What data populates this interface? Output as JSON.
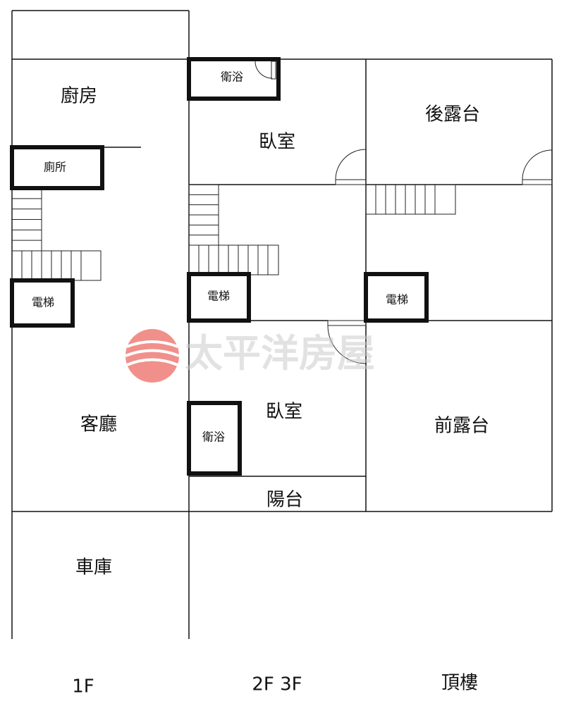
{
  "floors": {
    "f1": {
      "label": "1F",
      "rooms": {
        "kitchen": "廚房",
        "toilet": "廁所",
        "elevator": "電梯",
        "living": "客廳",
        "garage": "車庫"
      }
    },
    "f23": {
      "label": "2F 3F",
      "rooms": {
        "bath_top": "衛浴",
        "bedroom_top": "臥室",
        "elevator": "電梯",
        "bedroom_bottom": "臥室",
        "bath_bottom": "衛浴",
        "balcony": "陽台"
      }
    },
    "roof": {
      "label": "頂樓",
      "rooms": {
        "rear_terrace": "後露台",
        "elevator": "電梯",
        "front_terrace": "前露台"
      }
    }
  },
  "watermark": {
    "text": "太平洋房屋",
    "logo_color": "#e8473f"
  }
}
